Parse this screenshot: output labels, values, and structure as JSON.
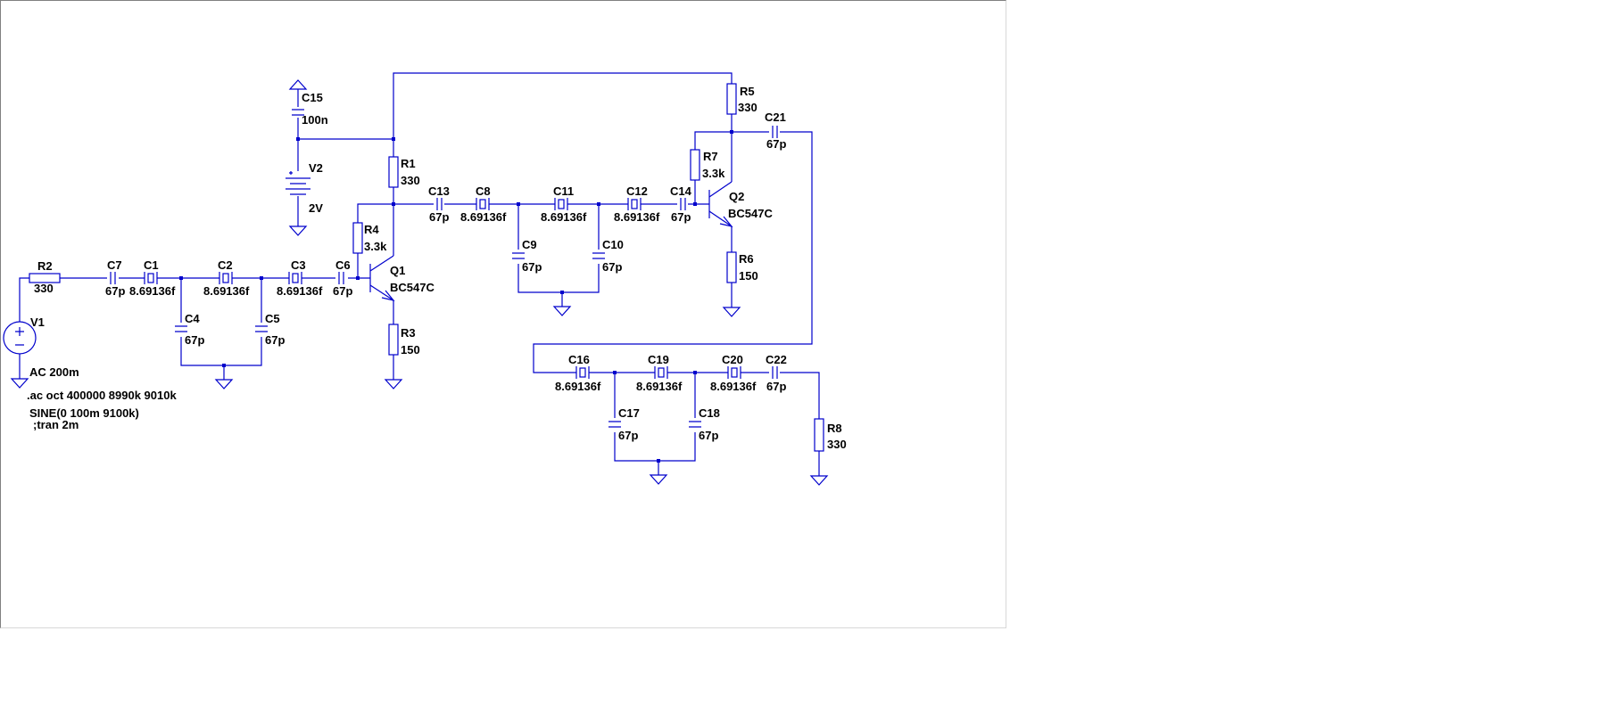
{
  "schematic": {
    "components": {
      "R1": {
        "ref": "R1",
        "value": "330"
      },
      "R2": {
        "ref": "R2",
        "value": "330"
      },
      "R3": {
        "ref": "R3",
        "value": "150"
      },
      "R4": {
        "ref": "R4",
        "value": "3.3k"
      },
      "R5": {
        "ref": "R5",
        "value": "330"
      },
      "R6": {
        "ref": "R6",
        "value": "150"
      },
      "R7": {
        "ref": "R7",
        "value": "3.3k"
      },
      "R8": {
        "ref": "R8",
        "value": "330"
      },
      "C1": {
        "ref": "C1",
        "value": "8.69136f"
      },
      "C2": {
        "ref": "C2",
        "value": "8.69136f"
      },
      "C3": {
        "ref": "C3",
        "value": "8.69136f"
      },
      "C4": {
        "ref": "C4",
        "value": "67p"
      },
      "C5": {
        "ref": "C5",
        "value": "67p"
      },
      "C6": {
        "ref": "C6",
        "value": "67p"
      },
      "C7": {
        "ref": "C7",
        "value": "67p"
      },
      "C8": {
        "ref": "C8",
        "value": "8.69136f"
      },
      "C9": {
        "ref": "C9",
        "value": "67p"
      },
      "C10": {
        "ref": "C10",
        "value": "67p"
      },
      "C11": {
        "ref": "C11",
        "value": "8.69136f"
      },
      "C12": {
        "ref": "C12",
        "value": "8.69136f"
      },
      "C13": {
        "ref": "C13",
        "value": "67p"
      },
      "C14": {
        "ref": "C14",
        "value": "67p"
      },
      "C15": {
        "ref": "C15",
        "value": "100n"
      },
      "C16": {
        "ref": "C16",
        "value": "8.69136f"
      },
      "C17": {
        "ref": "C17",
        "value": "67p"
      },
      "C18": {
        "ref": "C18",
        "value": "67p"
      },
      "C19": {
        "ref": "C19",
        "value": "8.69136f"
      },
      "C20": {
        "ref": "C20",
        "value": "8.69136f"
      },
      "C21": {
        "ref": "C21",
        "value": "67p"
      },
      "C22": {
        "ref": "C22",
        "value": "67p"
      },
      "Q1": {
        "ref": "Q1",
        "value": "BC547C"
      },
      "Q2": {
        "ref": "Q2",
        "value": "BC547C"
      },
      "V1": {
        "ref": "V1",
        "value": "AC 200m"
      },
      "V2": {
        "ref": "V2",
        "value": "2V"
      }
    },
    "directives": {
      "ac": ".ac oct 400000 8990k 9010k",
      "sine": "SINE(0 100m 9100k)",
      "tran": ";tran 2m"
    }
  }
}
